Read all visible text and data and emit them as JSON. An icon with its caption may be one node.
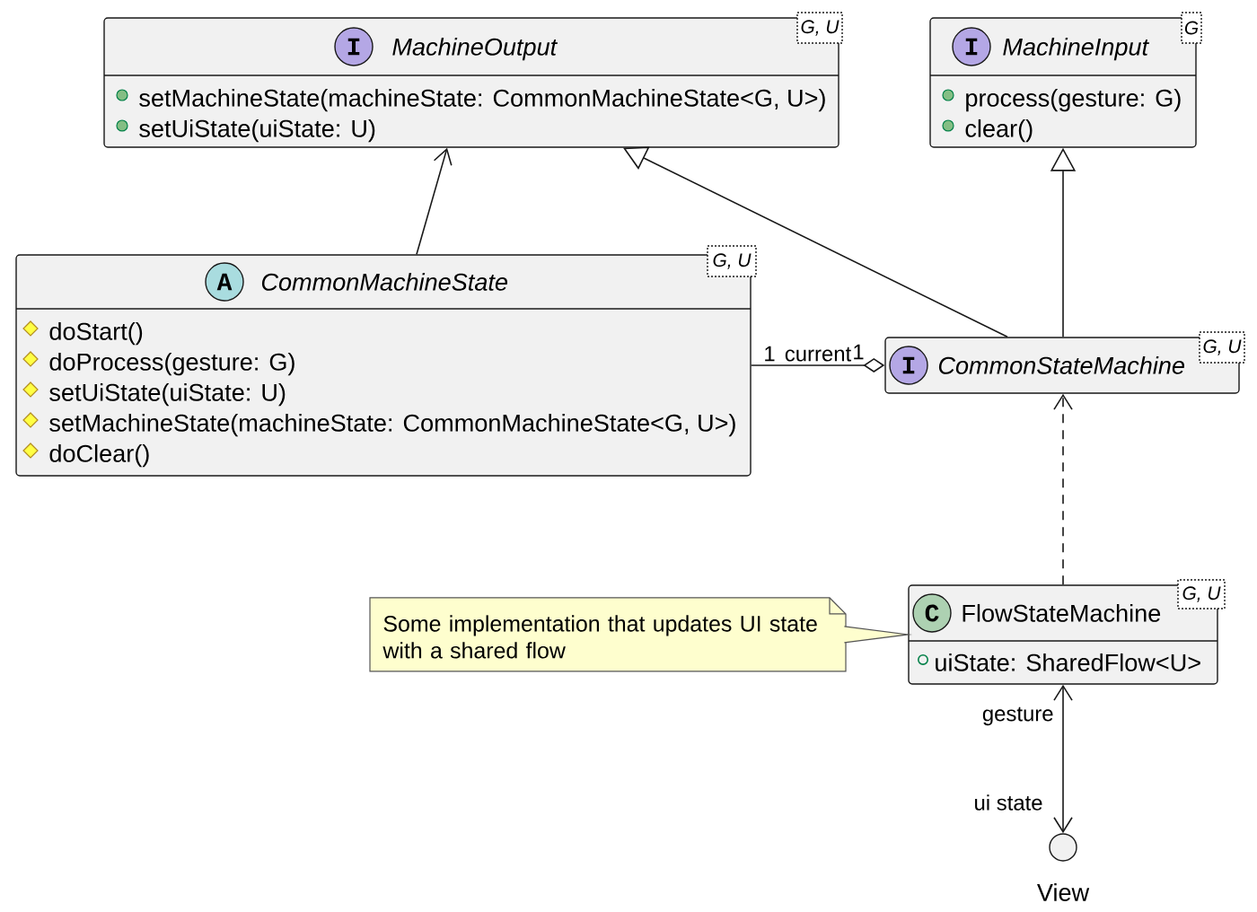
{
  "diagram": {
    "nodes": [
      {
        "text": [
          "I",
          "MachineOutput",
          "G, U",
          "setMachineState(machineState: CommonMachineState<G, U>)",
          "setUiState(uiState: U)"
        ]
      },
      {
        "text": [
          "I",
          "MachineInput",
          "G",
          "process(gesture: G)",
          "clear()"
        ]
      },
      {
        "text": [
          "A",
          "CommonMachineState",
          "G, U",
          "doStart()",
          "doProcess(gesture: G)",
          "setUiState(uiState: U)",
          "setMachineState(machineState: CommonMachineState<G, U>)",
          "doClear()"
        ]
      },
      {
        "text": [
          "I",
          "CommonStateMachine",
          "G, U"
        ]
      },
      {
        "text": [
          "Some implementation that updates UI state with a shared flow"
        ]
      },
      {
        "text": [
          "C",
          "FlowStateMachine",
          "G, U",
          "uiState: SharedFlow<U>"
        ]
      },
      {
        "text": [],
        "shape": "circle",
        "beside": [
          "View"
        ]
      }
    ],
    "edges": [
      {
        "from": 2,
        "to": 0,
        "arrow": "to"
      },
      {
        "from": 3,
        "to": 0,
        "arrow": "to"
      },
      {
        "from": 3,
        "to": 1,
        "arrow": "to"
      },
      {
        "from": 2,
        "to": 3,
        "arrow": "other",
        "label": "current"
      },
      {
        "from": 5,
        "to": 3,
        "arrow": "to",
        "style": "dashed"
      },
      {
        "from": 5,
        "to": 6,
        "arrow": "both"
      },
      {
        "from": 4,
        "to": 5,
        "arrow": "none"
      }
    ],
    "labels": [
      "1",
      "1",
      "gesture",
      "ui state"
    ]
  }
}
